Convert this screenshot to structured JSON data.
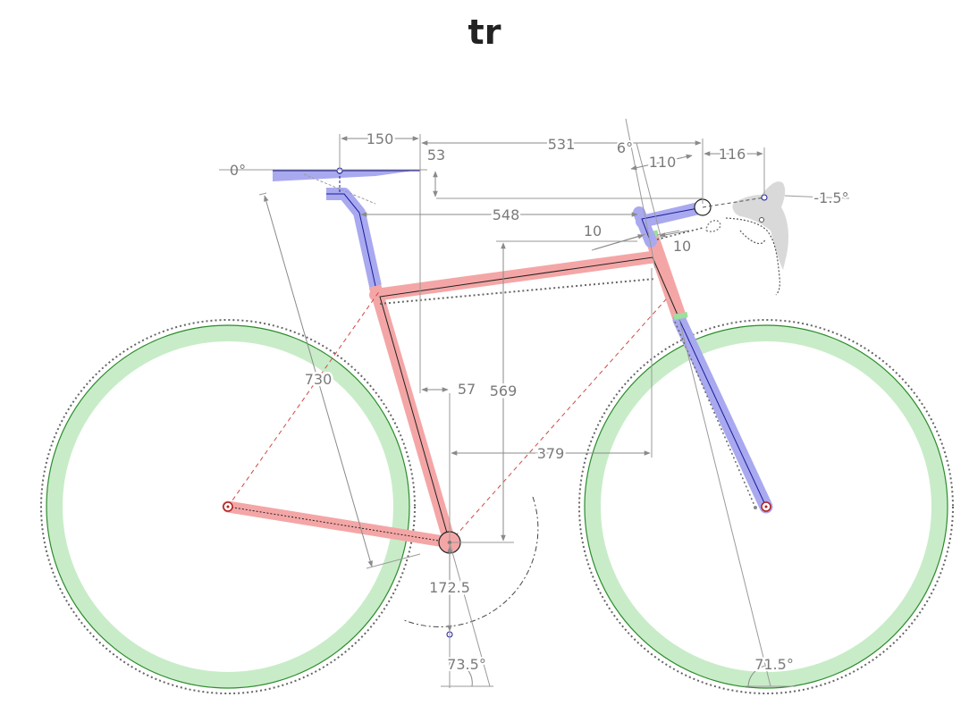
{
  "title": "tr",
  "colors": {
    "frame": "#f4a6a6",
    "frame_line": "#c0392b",
    "component": "#a9a9f0",
    "component_line": "#1a1a9a",
    "tire": "#c8ecc8",
    "tire_line": "#2e8b2e",
    "dimension": "#8a8a8a",
    "headset": "#9be09b"
  },
  "dimensions": {
    "saddle_setback": "150",
    "saddle_angle": "0°",
    "saddle_drop": "53",
    "reach_to_bar": "531",
    "stem_angle": "6°",
    "stem_length": "110",
    "bar_reach": "116",
    "bar_angle": "-1.5°",
    "stack_diff": "548",
    "spacer_a": "10",
    "spacer_b": "10",
    "saddle_height": "730",
    "bb_offset": "57",
    "stack": "569",
    "reach": "379",
    "crank_length": "172.5",
    "seat_angle": "73.5°",
    "head_angle": "71.5°"
  }
}
